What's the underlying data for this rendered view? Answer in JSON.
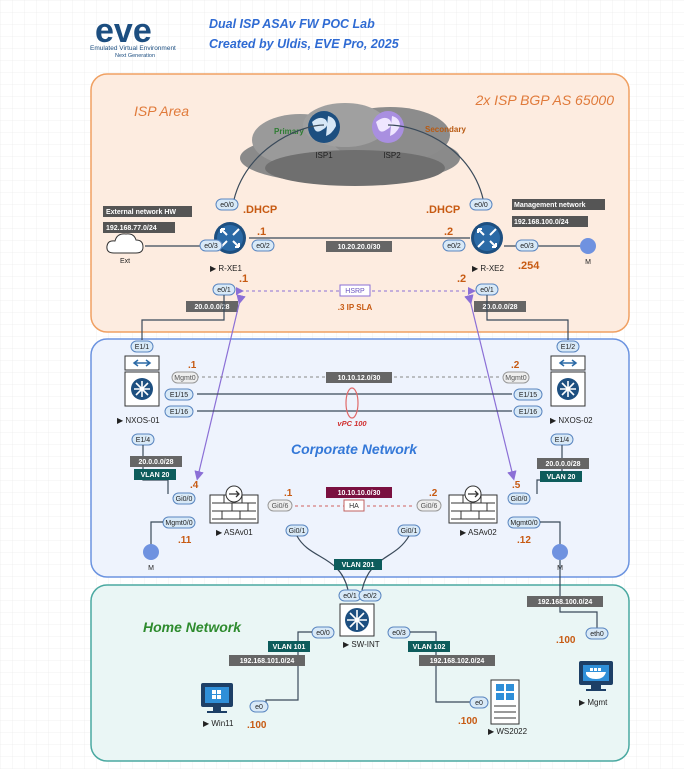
{
  "header": {
    "logo_text": "eve",
    "logo_sub1": "Emulated Virtual Environment",
    "logo_sub2": "Next Generation",
    "title": "Dual ISP ASAv FW POC Lab",
    "subtitle": "Created by Uldis, EVE Pro, 2025"
  },
  "zones": {
    "isp": {
      "label": "ISP Area",
      "right_label": "2x ISP BGP AS 65000"
    },
    "corp": {
      "label": "Corporate Network"
    },
    "home": {
      "label": "Home Network"
    }
  },
  "isp": {
    "primary": "Primary",
    "secondary": "Secondary",
    "isp1": "ISP1",
    "isp2": "ISP2",
    "ext_label": "External network HW",
    "ext_net": "192.168.77.0/24",
    "ext_node": "Ext",
    "mgmt_label": "Management network",
    "mgmt_net": "192.168.100.0/24",
    "mgmt_node": "M",
    "r1": {
      "name": "R-XE1",
      "dhcp": ".DHCP",
      "e00": "e0/0",
      "e01": "e0/1",
      "e02": "e0/2",
      "e03": "e0/3",
      "e02_ip": ".1",
      "e01_ip": ".1"
    },
    "r2": {
      "name": "R-XE2",
      "dhcp": ".DHCP",
      "e00": "e0/0",
      "e01": "e0/1",
      "e02": "e0/2",
      "e03": "e0/3",
      "e02_ip": ".2",
      "e01_ip": ".2",
      "e03_ip": ".254"
    },
    "link_net": "10.20.20.0/30",
    "hsrp": "HSRP",
    "ipsla": ".3 IP SLA",
    "net_left": "20.0.0.0/28",
    "net_right": "20.0.0.0/28"
  },
  "corp": {
    "nx1": {
      "name": "NXOS-01",
      "e11": "E1/1",
      "mgmt": "Mgmt0",
      "e115": "E1/15",
      "e116": "E1/16",
      "e14": "E1/4",
      "mgmt_ip": ".1"
    },
    "nx2": {
      "name": "NXOS-02",
      "e12": "E1/2",
      "mgmt": "Mgmt0",
      "e115": "E1/15",
      "e116": "E1/16",
      "e14": "E1/4",
      "mgmt_ip": ".2"
    },
    "mgmt_link": "10.10.12.0/30",
    "vpc": "vPC 100",
    "left_net": "20.0.0.0/28",
    "left_vlan": "VLAN 20",
    "right_net": "20.0.0.0/28",
    "right_vlan": "VLAN 20",
    "asa1": {
      "name": "ASAv01",
      "gi00": "Gi0/0",
      "gi06": "Gi0/6",
      "gi01": "Gi0/1",
      "mgmt": "Mgmt0/0",
      "outside_ip": ".4",
      "ha_ip": ".1",
      "mgmt_ip": ".11"
    },
    "asa2": {
      "name": "ASAv02",
      "gi00": "Gi0/0",
      "gi06": "Gi0/6",
      "gi01": "Gi0/1",
      "mgmt": "Mgmt0/0",
      "outside_ip": ".5",
      "ha_ip": ".2",
      "mgmt_ip": ".12"
    },
    "ha_net": "10.10.10.0/30",
    "ha": "HA",
    "m_left": "M",
    "m_right": "M",
    "vlan201": "VLAN 201"
  },
  "home": {
    "sw": {
      "name": "SW-INT",
      "e01": "e0/1",
      "e02": "e0/2",
      "e00": "e0/0",
      "e03": "e0/3"
    },
    "vlan101": "VLAN 101",
    "net101": "192.168.101.0/24",
    "vlan102": "VLAN 102",
    "net102": "192.168.102.0/24",
    "win": {
      "name": "Win11",
      "port": "e0",
      "ip": ".100"
    },
    "ws": {
      "name": "WS2022",
      "port": "e0",
      "ip": ".100"
    },
    "mgmt": {
      "name": "Mgmt",
      "port": "eth0",
      "ip": ".100",
      "net": "192.168.100.0/24"
    }
  },
  "colors": {
    "accent_blue": "#2f6bd3",
    "orange": "#c75a12",
    "teal_label": "#0d5c5c",
    "green": "#2e8b2e"
  }
}
